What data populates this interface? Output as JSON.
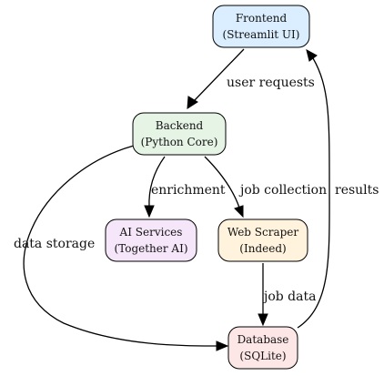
{
  "nodes": {
    "frontend": {
      "line1": "Frontend",
      "line2": "(Streamlit UI)",
      "color": "#dbeeff"
    },
    "backend": {
      "line1": "Backend",
      "line2": "(Python Core)",
      "color": "#e6f4e6"
    },
    "ai_services": {
      "line1": "AI Services",
      "line2": "(Together AI)",
      "color": "#f6e6f9"
    },
    "web_scraper": {
      "line1": "Web Scraper",
      "line2": "(Indeed)",
      "color": "#fff3dd"
    },
    "database": {
      "line1": "Database",
      "line2": "(SQLite)",
      "color": "#fde6e6"
    }
  },
  "edges": {
    "user_requests": "user requests",
    "enrichment": "enrichment",
    "job_collection": "job collection",
    "data_storage": "data storage",
    "job_data": "job data",
    "results": "results"
  }
}
